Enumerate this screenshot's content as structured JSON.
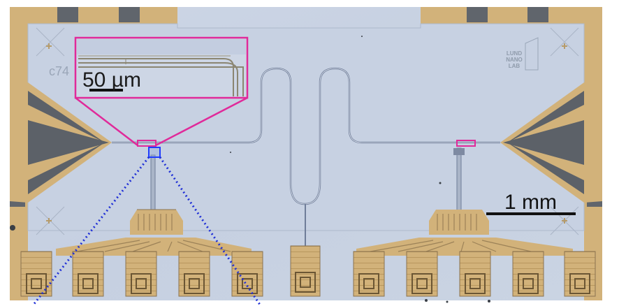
{
  "image": {
    "kind": "optical micrograph of a superconducting qubit chip",
    "scale_bar": {
      "label": "1 mm"
    },
    "inset": {
      "scale_label": "50 µm"
    },
    "chip_id": "c74",
    "logo": {
      "lines": [
        "LUND",
        "NANO",
        "LAB"
      ]
    },
    "colors": {
      "substrate": "#c9d3e3",
      "gold": "#d2b27a",
      "dark_pad": "#60656c",
      "inset_frame": "#e02a9a",
      "zoom_box": "#1f3dff",
      "zoom_lines": "#1f2fd6"
    }
  }
}
